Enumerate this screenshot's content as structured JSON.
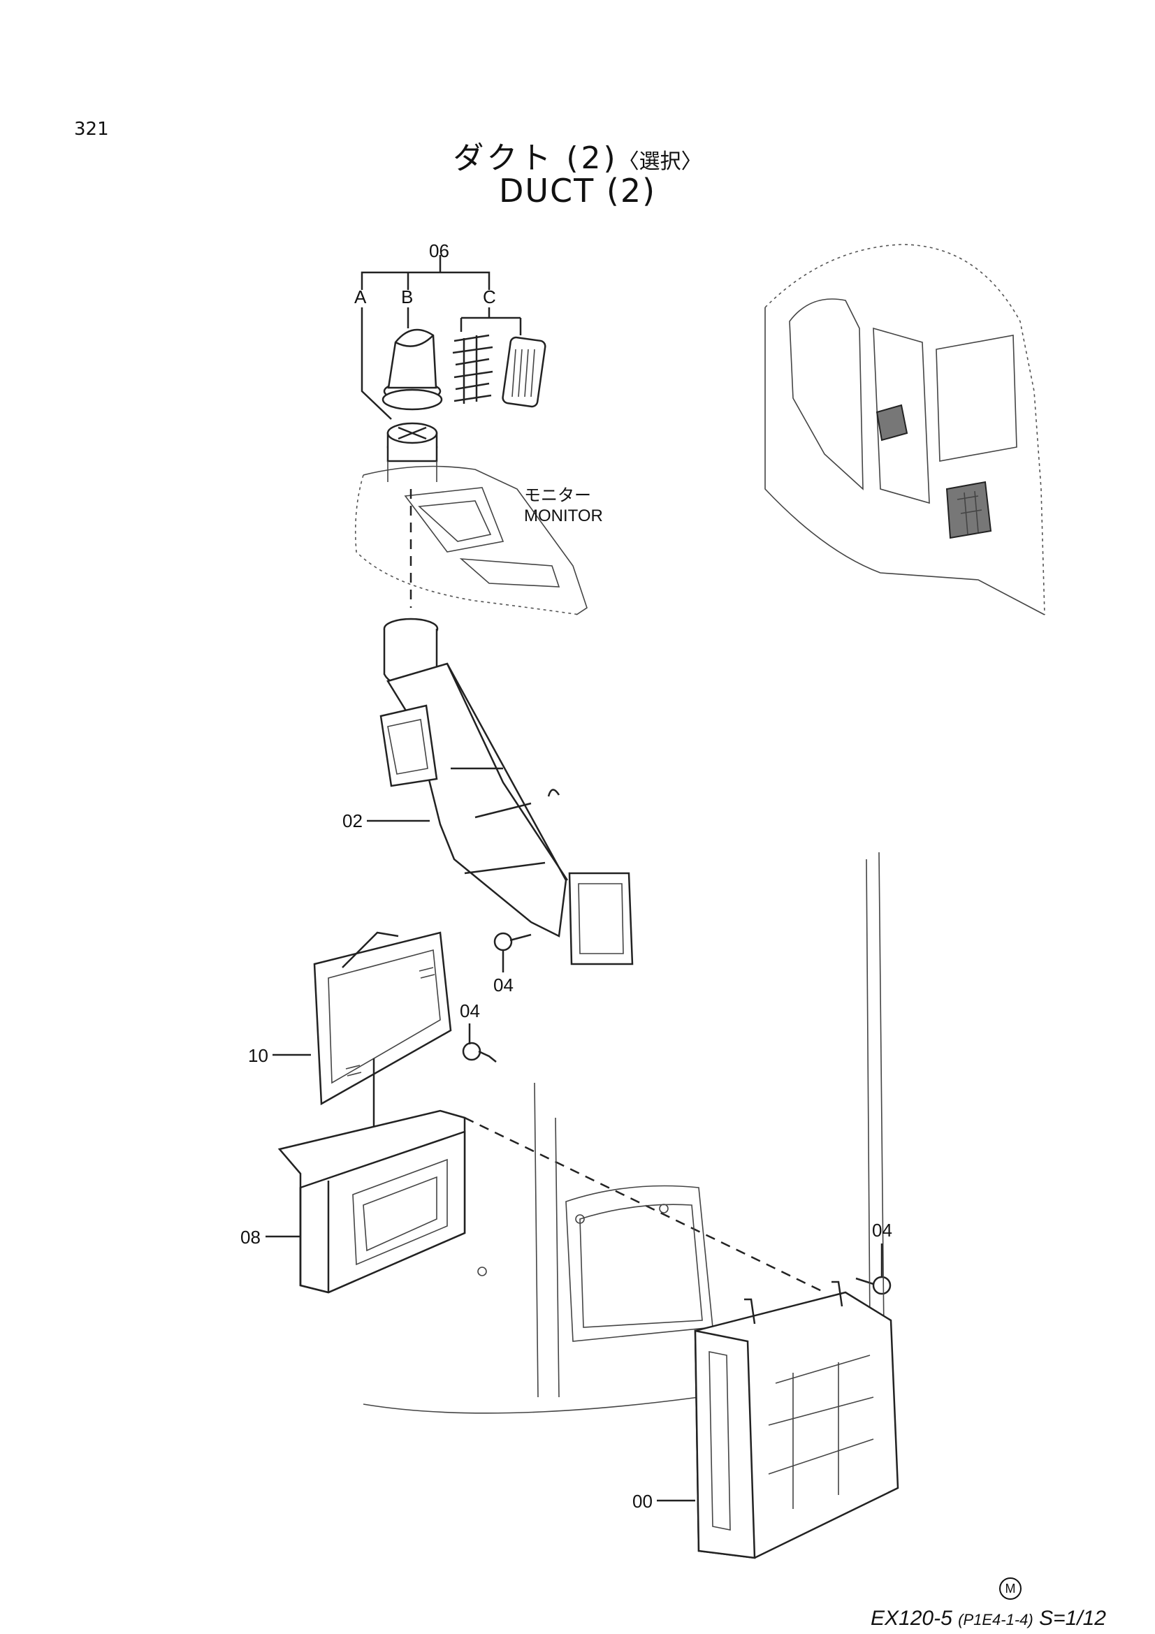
{
  "page": {
    "number": "321",
    "title_jp": "ダクト (2)",
    "title_jp_option": "〈選択〉",
    "title_en": "DUCT (2)"
  },
  "callouts": {
    "c06": "06",
    "cA": "A",
    "cB": "B",
    "cC": "C",
    "c02": "02",
    "c04a": "04",
    "c04b": "04",
    "c04c": "04",
    "c10": "10",
    "c08": "08",
    "c00": "00"
  },
  "notes": {
    "monitor_jp": "モニター",
    "monitor_en": "MONITOR"
  },
  "footer": {
    "model": "EX120-5",
    "code": "(P1E4-1-4)",
    "scale": "S=1/12",
    "mark": "M"
  }
}
